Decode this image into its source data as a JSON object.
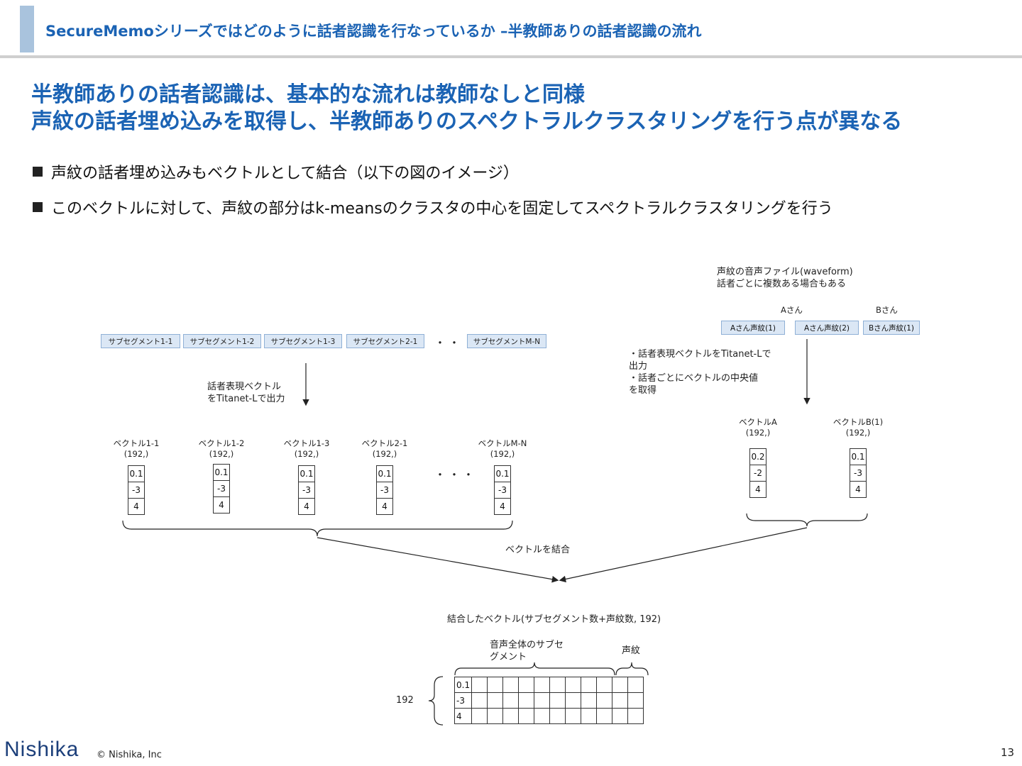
{
  "header": {
    "title": "SecureMemoシリーズではどのように話者認識を行なっているか –半教師ありの話者認識の流れ"
  },
  "headline": {
    "line1": "半教師ありの話者認識は、基本的な流れは教師なしと同様",
    "line2": "声紋の話者埋め込みを取得し、半教師ありのスペクトラルクラスタリングを行う点が異なる"
  },
  "bullets": [
    "声紋の話者埋め込みもベクトルとして結合（以下の図のイメージ）",
    "このベクトルに対して、声紋の部分はk-meansのクラスタの中心を固定してスペクトラルクラスタリングを行う"
  ],
  "diagram": {
    "segments": [
      "サブセグメント1-1",
      "サブセグメント1-2",
      "サブセグメント1-3",
      "サブセグメント2-1",
      "サブセグメントM-N"
    ],
    "ellipsis": "・・・",
    "embed_label": [
      "話者表現ベクトル",
      "をTitanet-Lで出力"
    ],
    "vectors": [
      {
        "name": "ベクトル1-1",
        "shape": "(192,)",
        "values": [
          "0.1",
          "-3",
          "4"
        ]
      },
      {
        "name": "ベクトル1-2",
        "shape": "(192,)",
        "values": [
          "0.1",
          "-3",
          "4"
        ]
      },
      {
        "name": "ベクトル1-3",
        "shape": "(192,)",
        "values": [
          "0.1",
          "-3",
          "4"
        ]
      },
      {
        "name": "ベクトル2-1",
        "shape": "(192,)",
        "values": [
          "0.1",
          "-3",
          "4"
        ]
      },
      {
        "name": "ベクトルM-N",
        "shape": "(192,)",
        "values": [
          "0.1",
          "-3",
          "4"
        ]
      }
    ],
    "voiceprint_title": [
      "声紋の音声ファイル(waveform)",
      "話者ごとに複数ある場合もある"
    ],
    "speakers": [
      "Aさん",
      "Bさん"
    ],
    "voiceprint_files": [
      "Aさん声紋(1)",
      "Aさん声紋(2)",
      "Bさん声紋(1)"
    ],
    "voiceprint_note": [
      "・話者表現ベクトルをTitanet-Lで",
      "出力",
      "・話者ごとにベクトルの中央値",
      "を取得"
    ],
    "fp_vectors": [
      {
        "name": "ベクトルA",
        "shape": "(192,)",
        "values": [
          "0.2",
          "-2",
          "4"
        ]
      },
      {
        "name": "ベクトルB(1)",
        "shape": "(192,)",
        "values": [
          "0.1",
          "-3",
          "4"
        ]
      }
    ],
    "combine_label": "ベクトルを結合",
    "combined_title": "結合したベクトル(サブセグメント数+声紋数, 192)",
    "combined_seg_label": [
      "音声全体のサブセ",
      "グメント"
    ],
    "combined_fp_label": "声紋",
    "combined_rows": [
      "0.1",
      "-3",
      "4"
    ],
    "dim_label": "192"
  },
  "footer": {
    "logo": "Nishika",
    "copyright": "© Nishika, Inc",
    "page": "13"
  }
}
